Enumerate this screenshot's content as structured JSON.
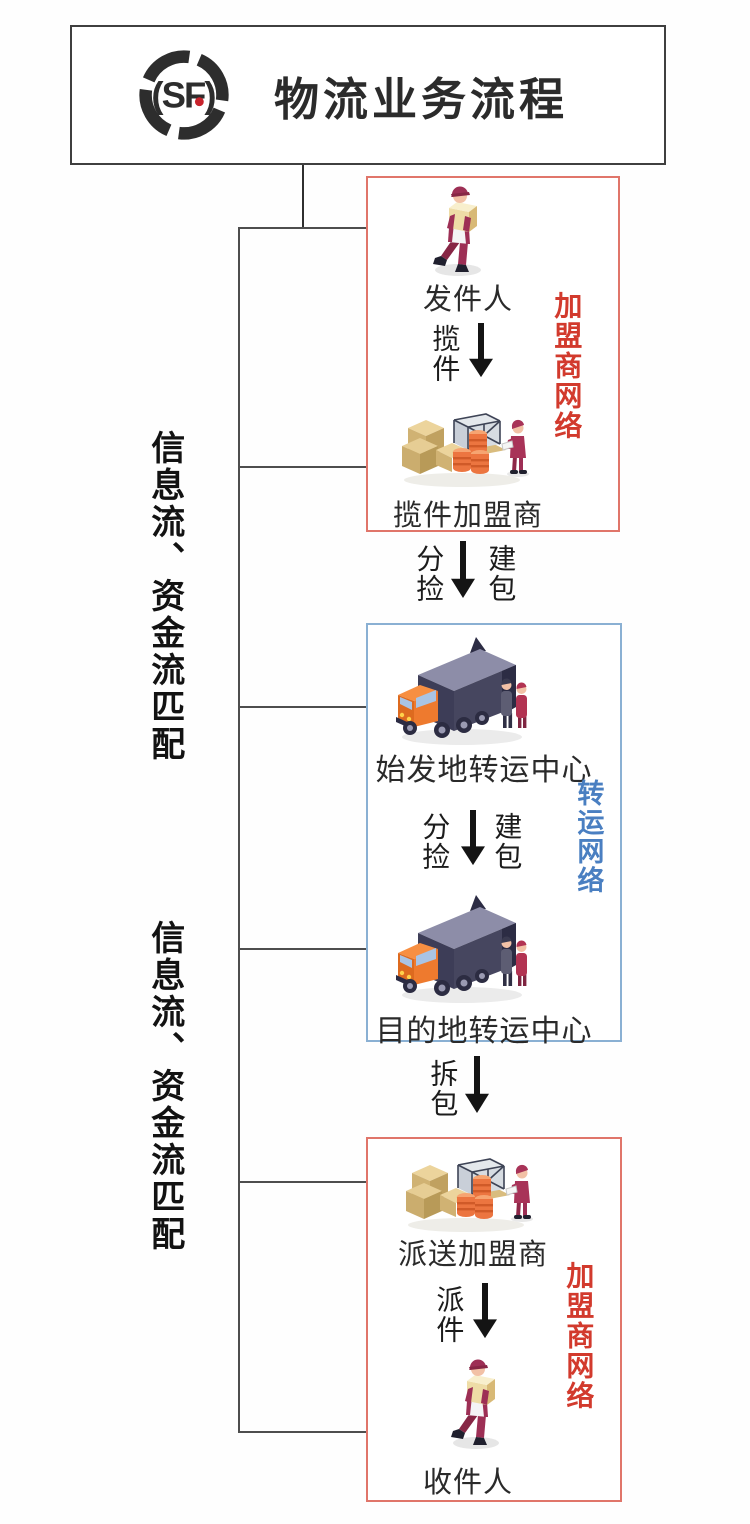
{
  "header": {
    "title": "物流业务流程",
    "logo_text": "(SF)",
    "logo_name": "sf-express-logo"
  },
  "side_labels": {
    "upper": "信息流、资金流匹配",
    "lower": "信息流、资金流匹配"
  },
  "colors": {
    "franchise_text_red": "#d23a2d",
    "franchise_border_red": "#e0756a",
    "transit_text_blue": "#4a7fc1",
    "transit_border_blue": "#8ab0d3",
    "bracket_line_gray": "#4e4e4e",
    "arrow_black": "#141414",
    "sf_logo_dot_red": "#c8232c"
  },
  "stages": [
    {
      "network_label": "加盟商网络",
      "nodes": [
        {
          "label": "发件人",
          "icon": "courier-person-icon"
        },
        {
          "label": "揽件加盟商",
          "icon": "franchise-depot-icon"
        }
      ],
      "arrow_label_left": "揽件"
    },
    {
      "network_label": "转运网络",
      "nodes": [
        {
          "label": "始发地转运中心",
          "icon": "freight-truck-icon"
        },
        {
          "label": "目的地转运中心",
          "icon": "freight-truck-icon"
        }
      ],
      "arrow_label_left": "分捡",
      "arrow_label_right": "建包"
    },
    {
      "network_label": "加盟商网络",
      "nodes": [
        {
          "label": "派送加盟商",
          "icon": "franchise-depot-icon"
        },
        {
          "label": "收件人",
          "icon": "courier-person-icon"
        }
      ],
      "arrow_label_left": "派件"
    }
  ],
  "transitions": [
    {
      "label_left": "分捡",
      "label_right": "建包"
    },
    {
      "label_left": "拆包"
    }
  ]
}
